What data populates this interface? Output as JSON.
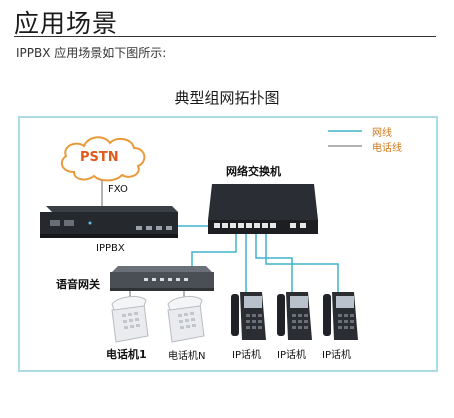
{
  "page": {
    "heading": "应用场景",
    "intro": "IPPBX 应用场景如下图所示:"
  },
  "diagram": {
    "title": "典型组网拓扑图",
    "legend": {
      "network_label": "网线",
      "phone_label": "电话线",
      "network_color": "#3fb4c9",
      "phone_color": "#9a9a9a",
      "label_color": "#d07a1a"
    },
    "nodes": {
      "pstn": "PSTN",
      "fxo": "FXO",
      "ippbx": "IPPBX",
      "switch": "网络交换机",
      "gateway": "语音网关",
      "phone_1": "电话机1",
      "phone_n": "电话机N",
      "ip_phone_1": "IP话机",
      "ip_phone_2": "IP话机",
      "ip_phone_3": "IP话机"
    }
  }
}
